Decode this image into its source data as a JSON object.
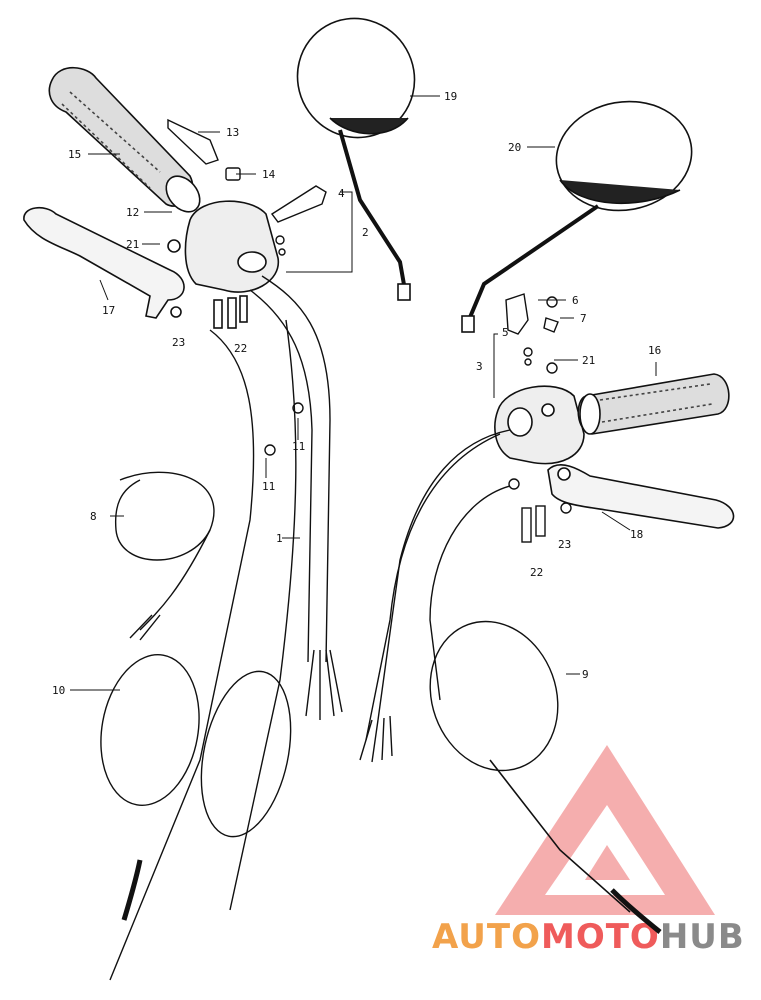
{
  "diagram": {
    "labels": {
      "p1": "1",
      "p2": "2",
      "p3": "3",
      "p4": "4",
      "p5": "5",
      "p6": "6",
      "p7": "7",
      "p8": "8",
      "p9": "9",
      "p10": "10",
      "p11a": "11",
      "p11b": "11",
      "p12": "12",
      "p13": "13",
      "p14": "14",
      "p15": "15",
      "p16": "16",
      "p17": "17",
      "p18": "18",
      "p19": "19",
      "p20": "20",
      "p21a": "21",
      "p21b": "21",
      "p22a": "22",
      "p22b": "22",
      "p23a": "23",
      "p23b": "23"
    }
  },
  "watermark": {
    "part1": "AUTO",
    "part2": "MOTO",
    "part3": "HUB",
    "colors": {
      "red": "#ef5b5b",
      "orange": "#f2a24b",
      "gray": "#8a8a8a"
    }
  }
}
